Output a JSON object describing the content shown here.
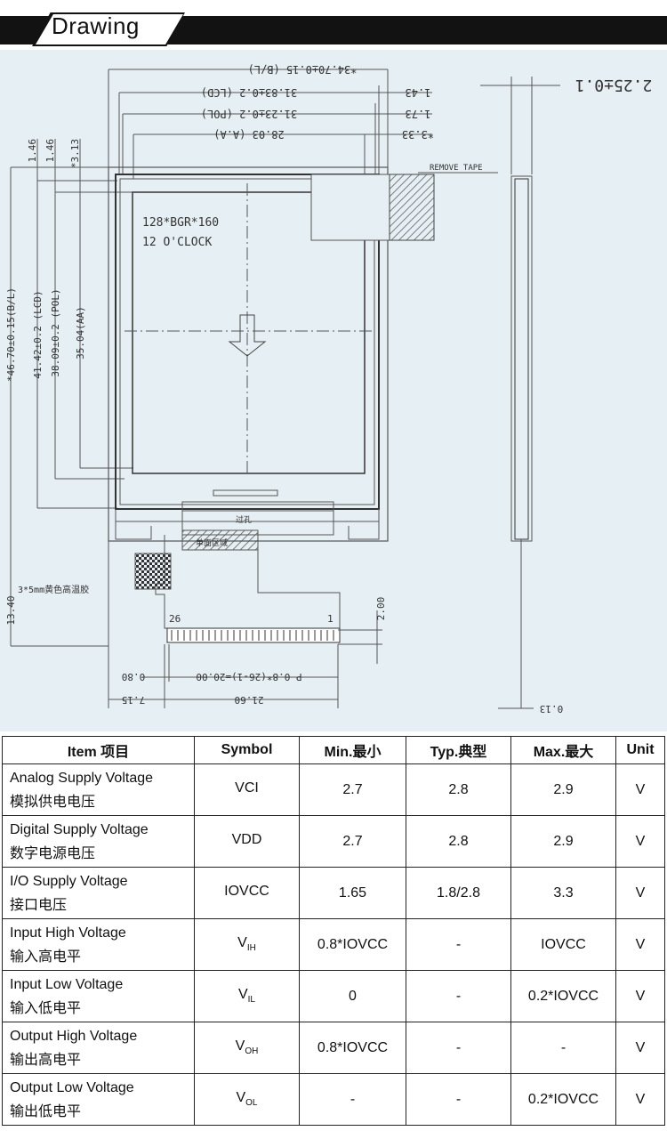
{
  "header": {
    "title": "Drawing"
  },
  "drawing": {
    "dim_bl_width": "*34.70±0.15 (B/L)",
    "dim_lcd_width": "31.83±0.2 (LCD)",
    "dim_pol_width": "31.23±0.2 (POL)",
    "dim_aa_width": "28.03 (A.A)",
    "dim_right_1": "1.43",
    "dim_right_2": "1.73",
    "dim_right_3": "*3.33",
    "dim_thickness": "2.25±0.1",
    "dim_top_1": "1.46",
    "dim_top_2": "1.46",
    "dim_top_3": "*3.13",
    "dim_bl_height": "*46.70±0.15(B/L)",
    "dim_lcd_height": "41.42±0.2 (LCD)",
    "dim_pol_height": "38.09±0.2 (POL)",
    "dim_aa_height": "35.04(AA)",
    "remove_tape": "REMOVE TAPE",
    "resolution": "128*BGR*160",
    "orientation": "12 O'CLOCK",
    "fpc_label_1": "过孔",
    "fpc_label_2": "单面区域",
    "tape_note": "3*5mm黄色高温胶",
    "dim_fpc_length": "13.40",
    "pin_last": "26",
    "pin_first": "1",
    "dim_pin_height": "2.00",
    "dim_pin_edge": "0.80",
    "dim_pitch": "P 0.8*(26-1)=20.00",
    "dim_fpc_offset": "7.15",
    "dim_fpc_width": "21.60",
    "dim_side": "0.13"
  },
  "table": {
    "headers": [
      "Item 项目",
      "Symbol",
      "Min.最小",
      "Typ.典型",
      "Max.最大",
      "Unit"
    ],
    "rows": [
      {
        "en": "Analog Supply Voltage",
        "cn": "模拟供电电压",
        "sym": "VCI",
        "sub": "",
        "min": "2.7",
        "typ": "2.8",
        "max": "2.9",
        "unit": "V"
      },
      {
        "en": "Digital Supply Voltage",
        "cn": "数字电源电压",
        "sym": "VDD",
        "sub": "",
        "min": "2.7",
        "typ": "2.8",
        "max": "2.9",
        "unit": "V"
      },
      {
        "en": "I/O Supply Voltage",
        "cn": "接口电压",
        "sym": "IOVCC",
        "sub": "",
        "min": "1.65",
        "typ": "1.8/2.8",
        "max": "3.3",
        "unit": "V"
      },
      {
        "en": "Input High Voltage",
        "cn": "输入高电平",
        "sym": "V",
        "sub": "IH",
        "min": "0.8*IOVCC",
        "typ": "-",
        "max": "IOVCC",
        "unit": "V"
      },
      {
        "en": "Input Low Voltage",
        "cn": "输入低电平",
        "sym": "V",
        "sub": "IL",
        "min": "0",
        "typ": "-",
        "max": "0.2*IOVCC",
        "unit": "V"
      },
      {
        "en": "Output High Voltage",
        "cn": "输出高电平",
        "sym": "V",
        "sub": "OH",
        "min": "0.8*IOVCC",
        "typ": "-",
        "max": "-",
        "unit": "V"
      },
      {
        "en": "Output Low Voltage",
        "cn": "输出低电平",
        "sym": "V",
        "sub": "OL",
        "min": "-",
        "typ": "-",
        "max": "0.2*IOVCC",
        "unit": "V"
      }
    ]
  }
}
